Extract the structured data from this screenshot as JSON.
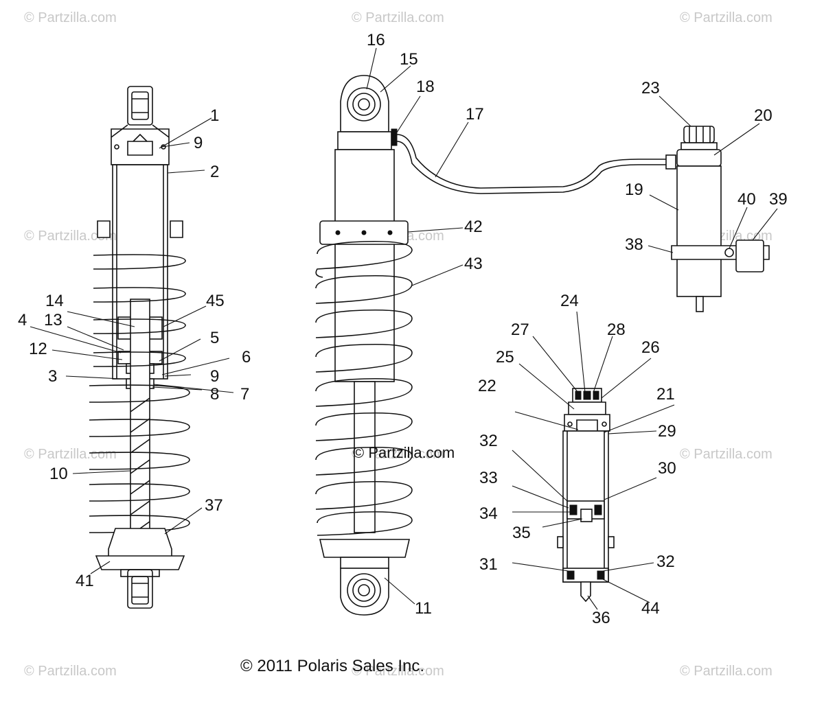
{
  "watermarks": [
    "© Partzilla.com",
    "© Partzilla.com",
    "© Partzilla.com",
    "© Partzilla.com",
    "© Partzilla.com",
    "© Partzilla.com",
    "© Partzilla.com",
    "© Partzilla.com",
    "© Partzilla.com",
    "© Partzilla.com",
    "© Partzilla.com",
    "© Partzilla.com"
  ],
  "center_watermark": "© Partzilla.com",
  "copyright": "© 2011 Polaris Sales Inc.",
  "callouts": [
    "1",
    "2",
    "9",
    "14",
    "45",
    "4",
    "13",
    "5",
    "12",
    "6",
    "3",
    "9",
    "7",
    "8",
    "10",
    "37",
    "41",
    "16",
    "15",
    "18",
    "17",
    "42",
    "43",
    "11",
    "23",
    "20",
    "19",
    "40",
    "39",
    "38",
    "27",
    "24",
    "28",
    "25",
    "26",
    "22",
    "21",
    "29",
    "32",
    "30",
    "33",
    "34",
    "35",
    "31",
    "32",
    "36",
    "44"
  ]
}
